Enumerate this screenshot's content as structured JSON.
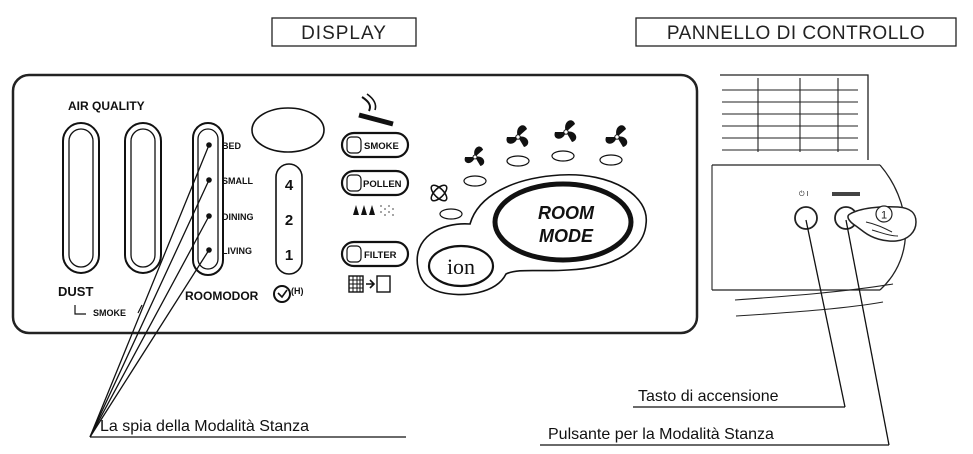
{
  "headers": {
    "display": "DISPLAY",
    "control_panel": "PANNELLO DI CONTROLLO"
  },
  "display_panel": {
    "air_quality_label": "AIR QUALITY",
    "dust_label": "DUST",
    "smoke_sub_label": "SMOKE",
    "room_levels": [
      "BED",
      "SMALL",
      "DINING",
      "LIVING"
    ],
    "room_numbers": [
      "4",
      "2",
      "1"
    ],
    "roomodor_label": "ROOMODOR",
    "hour_mark": "(H)",
    "indicators": [
      "SMOKE",
      "POLLEN",
      "FILTER"
    ],
    "room_mode_line1": "ROOM",
    "room_mode_line2": "MODE",
    "ion_label": "ion"
  },
  "control_panel": {
    "button_number": "1"
  },
  "callouts": {
    "room_mode_lamp": "La spia della Modalità Stanza",
    "power_key": "Tasto di accensione",
    "room_mode_button": "Pulsante per la Modalità Stanza"
  },
  "icons": [
    "smoke-cigarette-icon",
    "fan-icon",
    "ion-atom-icon",
    "pollen-icon",
    "filter-replace-icon",
    "hand-pointer-icon",
    "timer-clock-icon"
  ]
}
